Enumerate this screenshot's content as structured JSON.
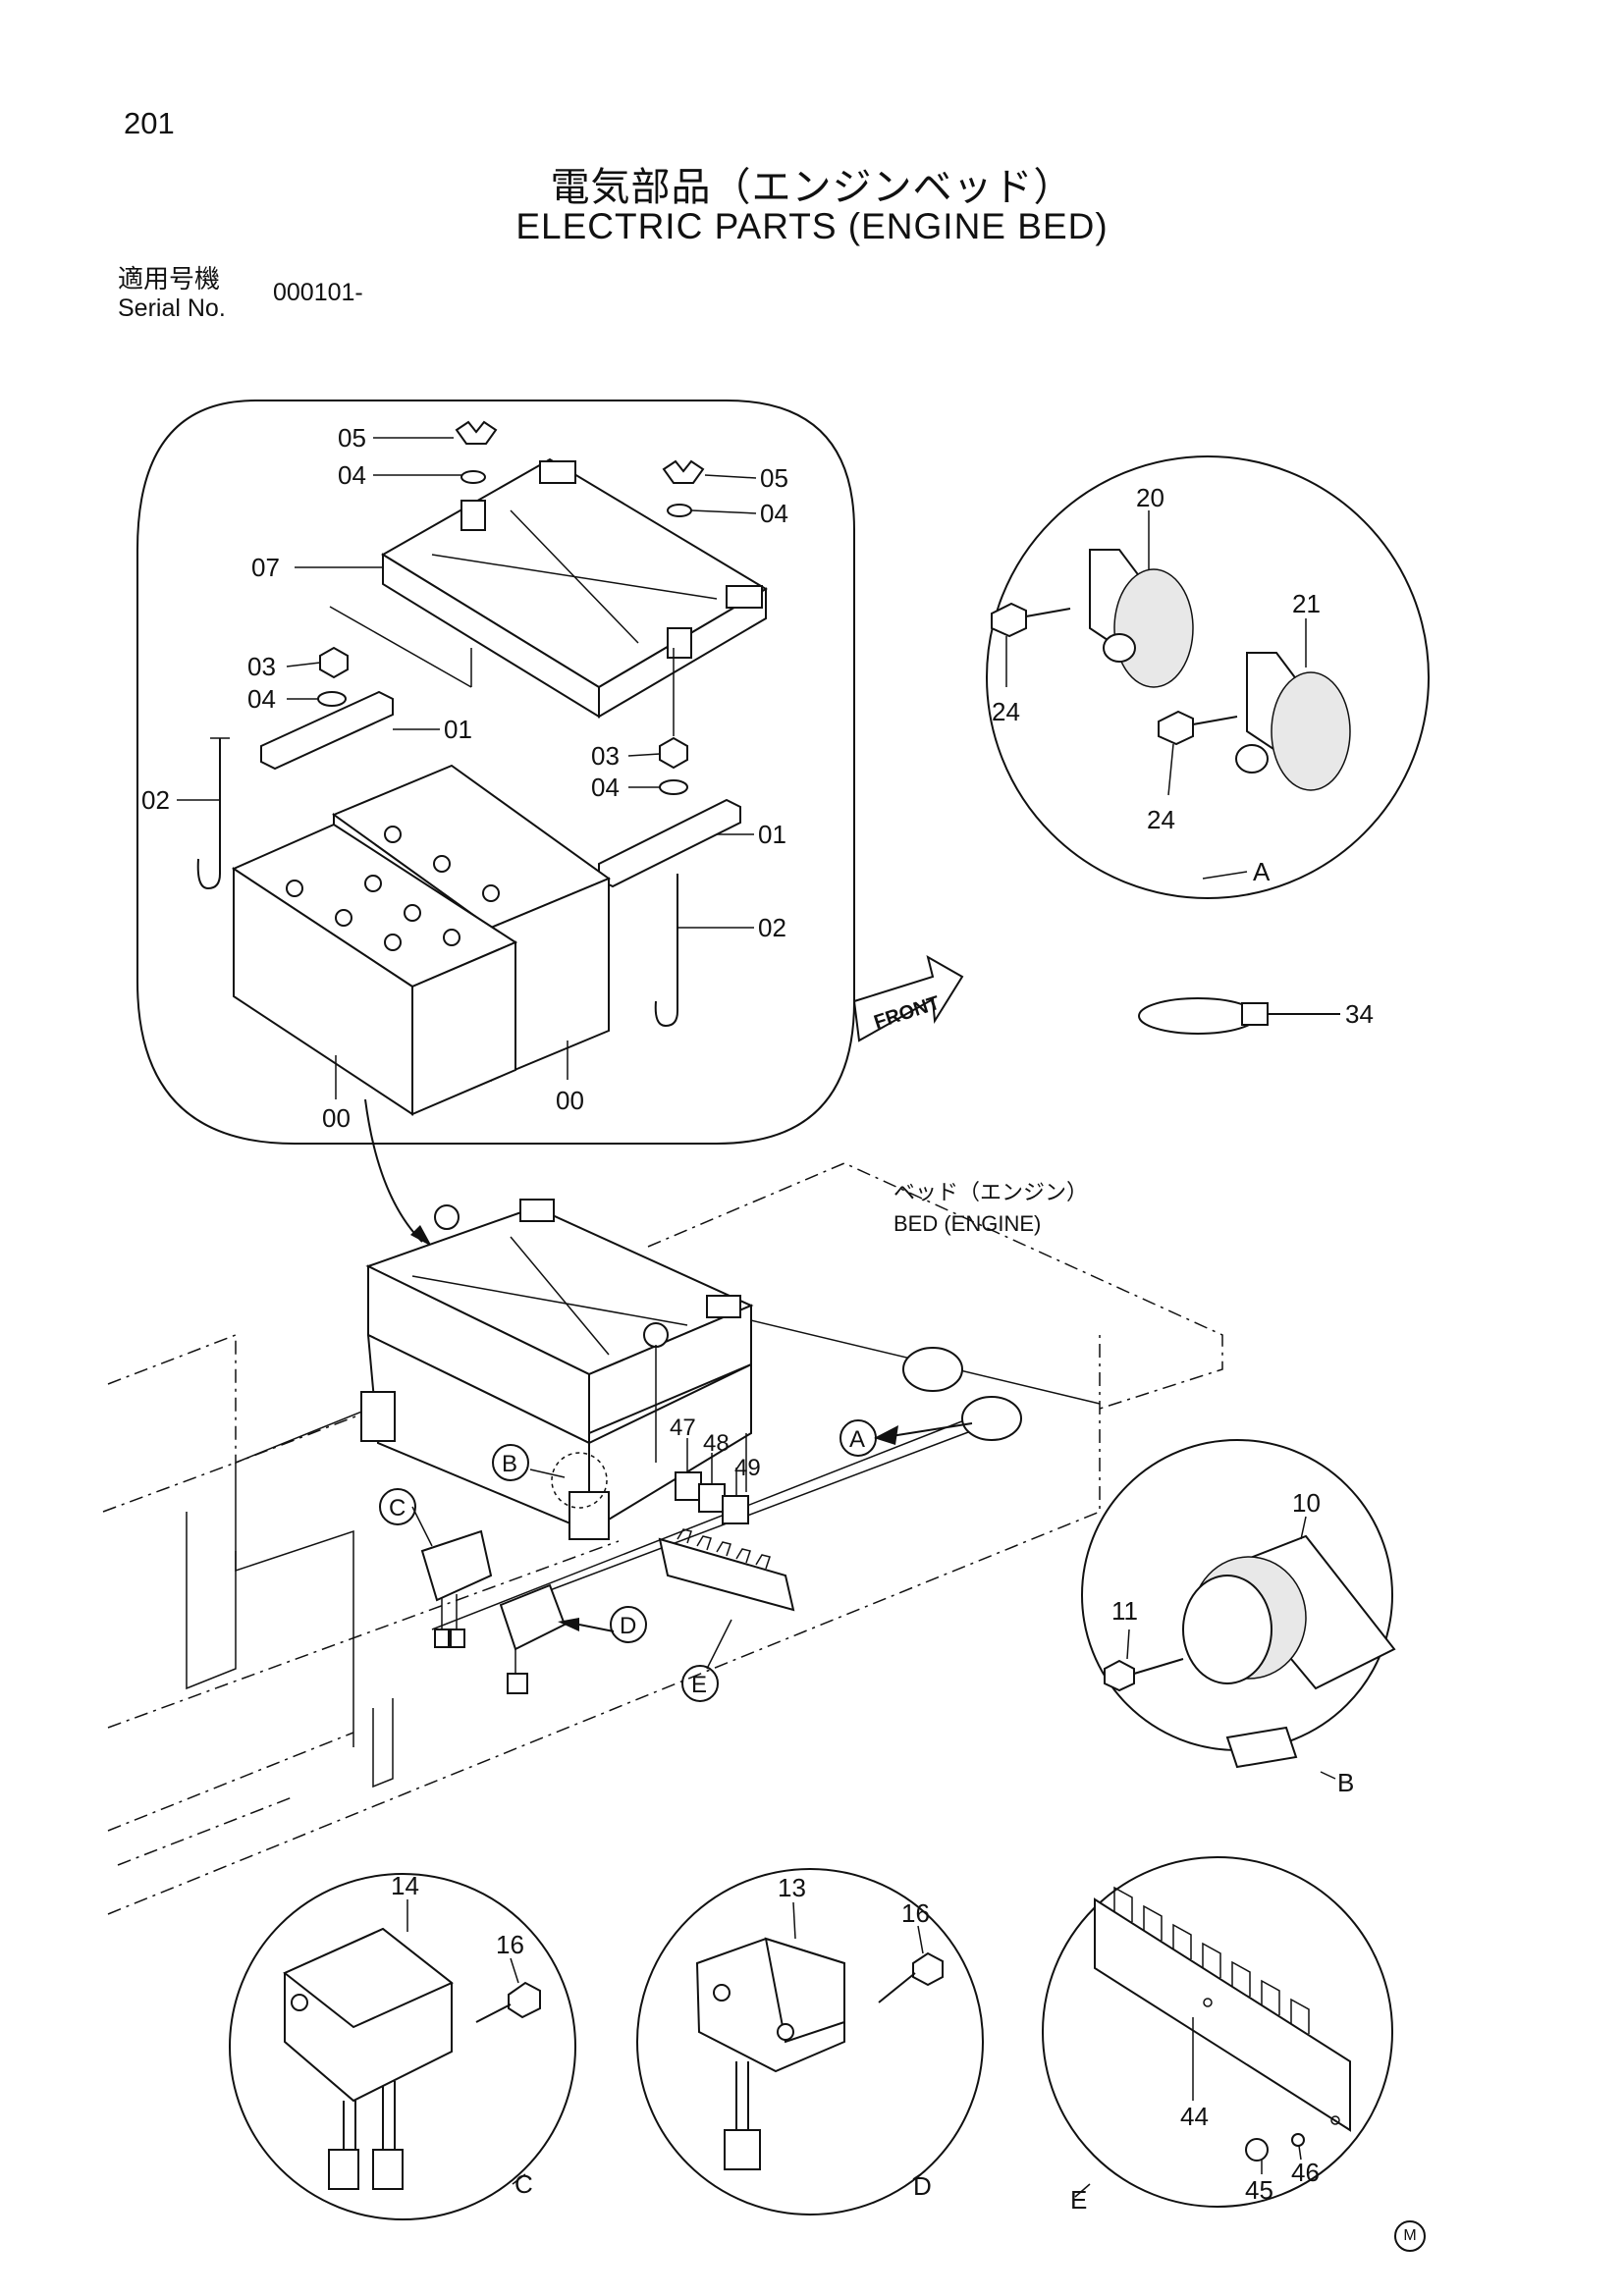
{
  "header": {
    "page_number": "201",
    "title_jp": "電気部品（エンジンベッド）",
    "title_en": "ELECTRIC PARTS (ENGINE BED)",
    "serial_label_jp": "適用号機",
    "serial_label_en": "Serial No.",
    "serial_value": "000101-"
  },
  "bed_label": {
    "jp": "ベッド（エンジン）",
    "en": "BED (ENGINE)"
  },
  "front_arrow_label": "FRONT",
  "callouts": {
    "a": "A",
    "b": "B",
    "c": "C",
    "d": "D",
    "e": "E"
  },
  "part_numbers": {
    "battery_00": "00",
    "u_bracket_01": "01",
    "j_bolt_02": "02",
    "nut_03": "03",
    "washer_04": "04",
    "wing_nut_05": "05",
    "frame_07": "07",
    "relay_10": "10",
    "bolt_11": "11",
    "controller_13": "13",
    "controller_14": "14",
    "bolt_16": "16",
    "horn_20": "20",
    "horn_21": "21",
    "bolt_24": "24",
    "band_34": "34",
    "plate_44": "44",
    "screw_45": "45",
    "washer_46": "46",
    "fuse_47": "47",
    "fuse_48": "48",
    "fuse_49": "49"
  },
  "footer_mark": "M"
}
